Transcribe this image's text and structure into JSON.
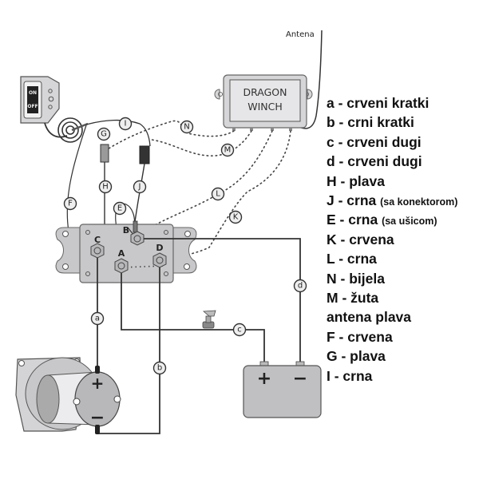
{
  "diagram": {
    "title": "Dragon Winch wiring diagram",
    "control_box": {
      "line1": "DRAGON",
      "line2": "WINCH"
    },
    "antenna_label": "Antena",
    "switch": {
      "on_label": "ON",
      "off_label": "OFF"
    },
    "solenoid_terminals": [
      "A",
      "B",
      "C",
      "D"
    ],
    "wire_markers": {
      "a": "a",
      "b": "b",
      "c": "c",
      "d": "d",
      "E": "E",
      "F": "F",
      "G": "G",
      "H": "H",
      "I": "I",
      "J": "J",
      "K": "K",
      "L": "L",
      "M": "M",
      "N": "N"
    },
    "motor": {
      "plus": "+",
      "minus": "−"
    },
    "battery": {
      "plus": "+",
      "minus": "−"
    },
    "colors": {
      "wire": "#3a3a3a",
      "component_fill": "#c8c8ca",
      "component_stroke": "#555555",
      "connector_grey": "#9a9a9a",
      "connector_black": "#333333"
    }
  },
  "legend": [
    {
      "key": "a",
      "text": "a - crveni kratki",
      "note": ""
    },
    {
      "key": "b",
      "text": "b - crni kratki",
      "note": ""
    },
    {
      "key": "c",
      "text": "c - crveni dugi",
      "note": ""
    },
    {
      "key": "d",
      "text": "d - crveni dugi",
      "note": ""
    },
    {
      "key": "H",
      "text": "H - plava",
      "note": ""
    },
    {
      "key": "J",
      "text": "J - crna ",
      "note": "(sa konektorom)"
    },
    {
      "key": "E",
      "text": "E - crna ",
      "note": "(sa ušicom)"
    },
    {
      "key": "K",
      "text": "K - crvena",
      "note": ""
    },
    {
      "key": "L",
      "text": "L - crna",
      "note": ""
    },
    {
      "key": "N",
      "text": "N - bijela",
      "note": ""
    },
    {
      "key": "M",
      "text": "M - žuta",
      "note": ""
    },
    {
      "key": "antena",
      "text": "antena plava",
      "note": ""
    },
    {
      "key": "F",
      "text": "F - crvena",
      "note": ""
    },
    {
      "key": "G",
      "text": "G - plava",
      "note": ""
    },
    {
      "key": "I",
      "text": "I - crna",
      "note": ""
    }
  ]
}
